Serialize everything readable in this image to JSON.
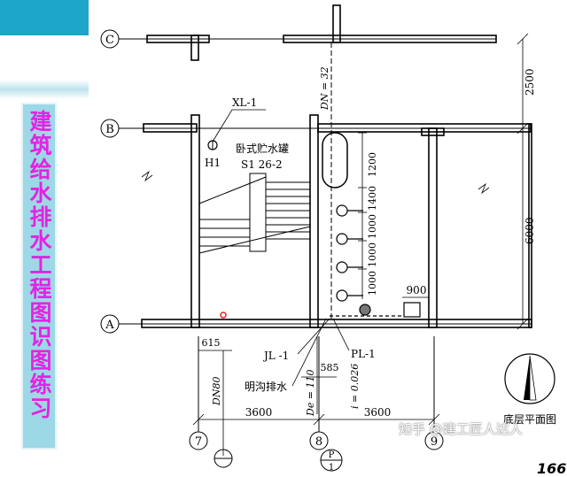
{
  "sidebar": {
    "title": "建筑给水排水工程图识图练习",
    "accent_color": "#1ea6c9",
    "title_color": "#e323e3"
  },
  "drawing": {
    "axes": {
      "row_c": "C",
      "row_b": "B",
      "row_a": "A",
      "col_7": "7",
      "col_8": "8",
      "col_9": "9"
    },
    "labels": {
      "xl1": "XL-1",
      "h1": "H1",
      "tank": "卧式贮水罐",
      "s1": "S1 26-2",
      "jl1": "JL -1",
      "pl1": "PL-1",
      "open_drain": "明沟排水",
      "dn32": "DN = 32",
      "dn80": "DN80",
      "de110": "De = 110",
      "slope": "i = 0.026",
      "plan_name": "底层平面图"
    },
    "dimensions": {
      "d2500": "2500",
      "d6000": "6000",
      "d1200": "1200",
      "d1400": "1400",
      "d1000a": "1000",
      "d1000b": "1000",
      "d1000c": "1000",
      "d900": "900",
      "d615": "615",
      "d585": "585",
      "d3600a": "3600",
      "d3600b": "3600"
    },
    "section_marks": {
      "p_top": "P",
      "p_bottom": "1"
    }
  },
  "watermark": "知乎 @建工匠人达人",
  "page_number": "166"
}
